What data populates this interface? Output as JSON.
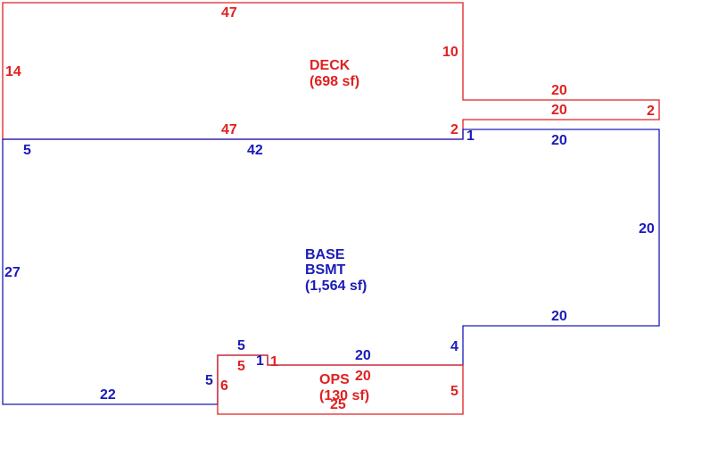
{
  "colors": {
    "deck": "#e02020",
    "base": "#1a1ab8",
    "ops": "#e02020",
    "background": "#ffffff"
  },
  "areas": {
    "deck": {
      "name": "DECK",
      "area": "(698 sf)"
    },
    "base": {
      "name_line1": "BASE",
      "name_line2": "BSMT",
      "area": "(1,564 sf)"
    },
    "ops": {
      "name": "OPS",
      "area": "(130 sf)"
    }
  },
  "dims": {
    "deck_top": "47",
    "deck_left": "14",
    "deck_right_upper": "10",
    "deck_step_top": "20",
    "deck_step_bottom": "20",
    "deck_step_right": "2",
    "deck_bottom": "47",
    "deck_small_right": "2",
    "base_step_small": "1",
    "base_top_right": "20",
    "base_left_top": "5",
    "base_top": "42",
    "base_right": "20",
    "base_left": "27",
    "base_notch_bottom": "20",
    "base_notch_left": "4",
    "base_bottom_mid": "20",
    "base_bottom_left": "22",
    "base_ops_top": "5",
    "base_ops_left": "5",
    "base_small_1": "1",
    "ops_small_1": "1",
    "ops_top_left": "5",
    "ops_top": "20",
    "ops_left": "6",
    "ops_right": "5",
    "ops_bottom": "25"
  }
}
